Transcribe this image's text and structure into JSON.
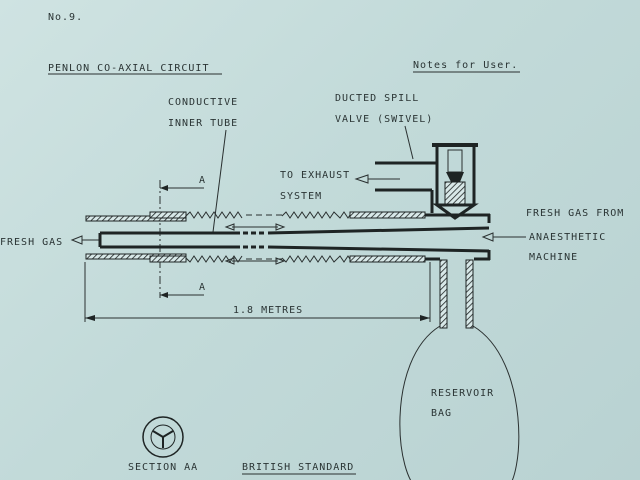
{
  "header": {
    "page_number": "No.9.",
    "title": "PENLON CO-AXIAL CIRCUIT",
    "notes": "Notes for User."
  },
  "labels": {
    "conductive_1": "CONDUCTIVE",
    "conductive_2": "INNER TUBE",
    "valve_1": "DUCTED SPILL",
    "valve_2": "VALVE (SWIVEL)",
    "exhaust_1": "TO EXHAUST",
    "exhaust_2": "SYSTEM",
    "fresh_gas": "FRESH GAS",
    "from_1": "FRESH GAS FROM",
    "from_2": "ANAESTHETIC",
    "from_3": "MACHINE",
    "section_top": "A",
    "section_bottom": "A",
    "length": "1.8 METRES",
    "bag_1": "RESERVOIR",
    "bag_2": "BAG",
    "section_caption": "SECTION AA",
    "standard": "BRITISH STANDARD"
  }
}
